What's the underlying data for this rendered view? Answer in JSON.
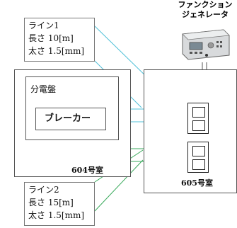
{
  "generator": {
    "title_line1": "ファンクション",
    "title_line2": "ジェネレータ"
  },
  "line1": {
    "name": "ライン1",
    "length": "長さ 10[m]",
    "thickness": "太さ 1.5[mm]"
  },
  "line2": {
    "name": "ライン2",
    "length": "長さ 15[m]",
    "thickness": "太さ 1.5[mm]"
  },
  "room604": {
    "panel_label": "分電盤",
    "breaker_label": "ブレーカー",
    "room_label": "604号室"
  },
  "room605": {
    "room_label": "605号室"
  },
  "colors": {
    "line1_wire": "#4fc0d8",
    "line2_wire": "#3aaa5c",
    "dot_red": "#e8141c",
    "dot_blue": "#1aa0e0",
    "dot_yellow": "#f2e70c"
  }
}
